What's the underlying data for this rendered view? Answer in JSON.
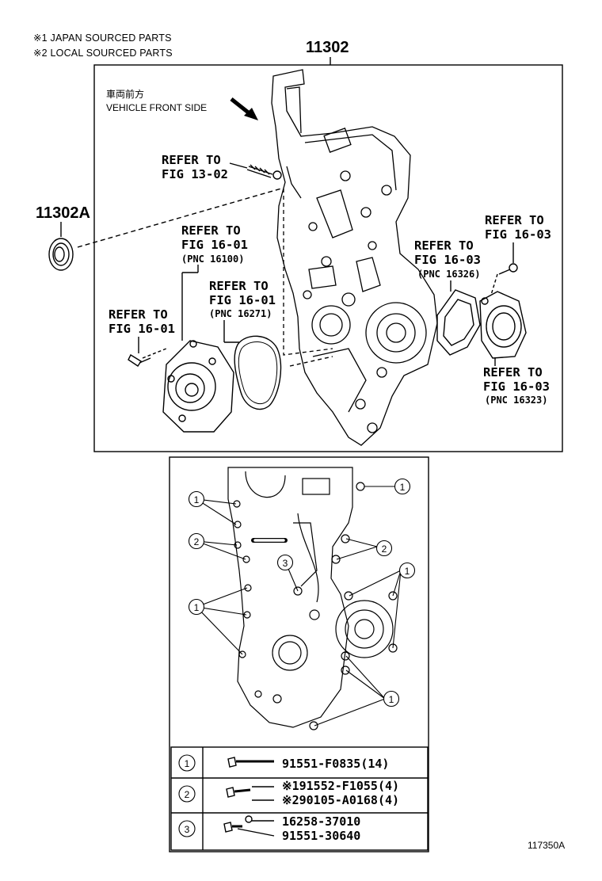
{
  "notes": [
    "※1 JAPAN SOURCED PARTS",
    "※2 LOCAL SOURCED PARTS"
  ],
  "main_part_number": "11302",
  "front_side_jp": "車両前方",
  "front_side_en": "VEHICLE FRONT SIDE",
  "seal_part_number": "11302A",
  "callouts": {
    "fig1302": [
      "REFER TO",
      "FIG 13-02"
    ],
    "fig1601_pump": [
      "REFER TO",
      "FIG 16-01",
      "(PNC 16100)"
    ],
    "fig1601_gasket": [
      "REFER TO",
      "FIG 16-01",
      "(PNC 16271)"
    ],
    "fig1601_bolt": [
      "REFER TO",
      "FIG 16-01"
    ],
    "fig1603_gasket": [
      "REFER TO",
      "FIG 16-03",
      "(PNC 16326)"
    ],
    "fig1603_bolt": [
      "REFER TO",
      "FIG 16-03"
    ],
    "fig1603_housing": [
      "REFER TO",
      "FIG 16-03",
      "(PNC 16323)"
    ]
  },
  "markers": [
    "1",
    "2",
    "3"
  ],
  "legend_rows": [
    {
      "marker": "1",
      "lines": [
        "91551-F0835(14)"
      ]
    },
    {
      "marker": "2",
      "lines": [
        "※191552-F1055(4)",
        "※290105-A0168(4)"
      ]
    },
    {
      "marker": "3",
      "lines": [
        "16258-37010",
        "91551-30640"
      ]
    }
  ],
  "illustration_id": "117350A"
}
